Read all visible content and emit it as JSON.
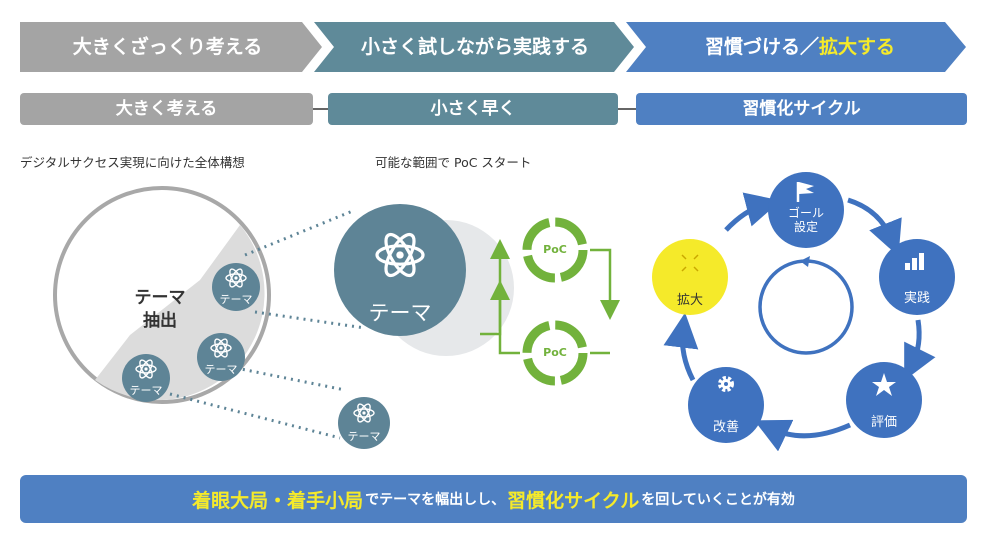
{
  "header": {
    "step1": "大きくざっくり考える",
    "step2": "小さく試しながら実践する",
    "step3_part1": "習慣づける／",
    "step3_part2": "拡大する"
  },
  "sub": {
    "s1": "大きく考える",
    "s2": "小さく早く",
    "s3": "習慣化サイクル"
  },
  "desc": {
    "d1": "デジタルサクセス実現に向けた全体構想",
    "d2": "可能な範囲で PoC スタート"
  },
  "left": {
    "center_line1": "テーマ",
    "center_line2": "抽出",
    "theme": "テーマ"
  },
  "middle": {
    "big_theme": "テーマ",
    "poc": "PoC"
  },
  "cycle": {
    "goal_line1": "ゴール",
    "goal_line2": "設定",
    "practice": "実践",
    "evaluate": "評価",
    "improve": "改善",
    "expand": "拡大"
  },
  "bottom": {
    "part1": "着眼大局・着手小局",
    "part2": "でテーマを幅出しし、",
    "part3": "習慣化サイクル",
    "part4": "を回していくことが有効"
  },
  "colors": {
    "gray_header": "#a4a4a4",
    "teal_header": "#5f8a99",
    "blue_header": "#4f80c2",
    "yellow": "#f5ea2a",
    "green": "#72b23c",
    "theme_circle": "#5e8496",
    "cycle_blue": "#3f72bf"
  }
}
